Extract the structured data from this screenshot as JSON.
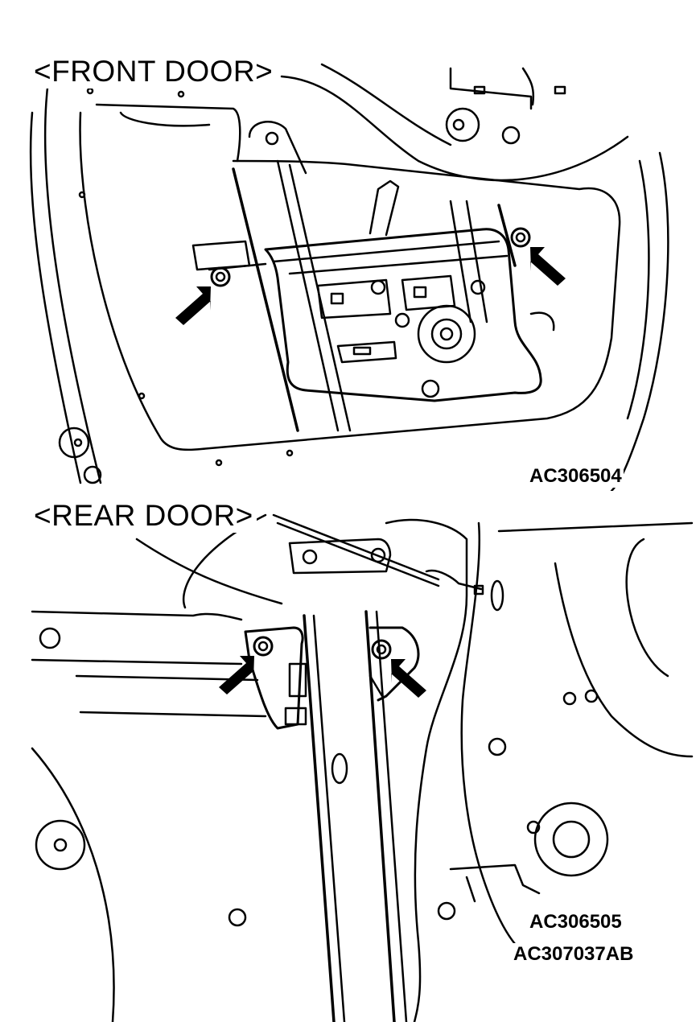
{
  "front": {
    "heading": "<FRONT DOOR>",
    "figure_code": "AC306504"
  },
  "rear": {
    "heading": "<REAR DOOR>",
    "figure_code": "AC306505"
  },
  "document_code": "AC307037AB",
  "colors": {
    "line": "#000000",
    "background": "#ffffff"
  }
}
